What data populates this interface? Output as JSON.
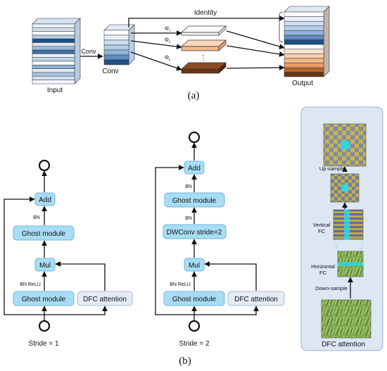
{
  "part_a": {
    "input_label": "Input",
    "conv_arrow_label": "Conv",
    "conv_block_label": "Conv",
    "identity_label": "Identity",
    "phi_1": "Φ",
    "phi_1_sub": "1",
    "phi_2": "Φ",
    "phi_2_sub": "2",
    "phi_k": "Φ",
    "phi_k_sub": "k",
    "ellipsis": "⋮",
    "output_label": "Output",
    "caption": "(a)"
  },
  "part_b": {
    "stride1": {
      "add": "Add",
      "bn_top": "BN",
      "ghost_top": "Ghost module",
      "mul": "Mul",
      "bn_relu": "BN ReLU",
      "ghost_bottom": "Ghost module",
      "dfc": "DFC attention",
      "stride_label": "Stride = 1"
    },
    "stride2": {
      "add": "Add",
      "bn_top": "BN",
      "ghost": "Ghost module",
      "bn_mid": "BN",
      "dwconv": "DWConv stride=2",
      "mul": "Mul",
      "bn_relu": "BN ReLU",
      "ghost_bottom": "Ghost module",
      "dfc": "DFC attention",
      "stride_label": "Stride = 2"
    },
    "dfc_panel": {
      "up_sample": "Up-sample",
      "vertical": "Vertical",
      "vertical_fc": "FC",
      "horizontal": "Horizontal",
      "horizontal_fc": "FC",
      "down_sample": "Down-sample",
      "title": "DFC attention"
    },
    "caption": "(b)"
  },
  "colors": {
    "module_fill": "#a9dcf5",
    "dfc_fill": "#e3ebf5",
    "panel_fill": "#dde6f3",
    "blue_dark": "#1f4f86",
    "orange": "#f3b98d",
    "brown": "#6b3414"
  }
}
